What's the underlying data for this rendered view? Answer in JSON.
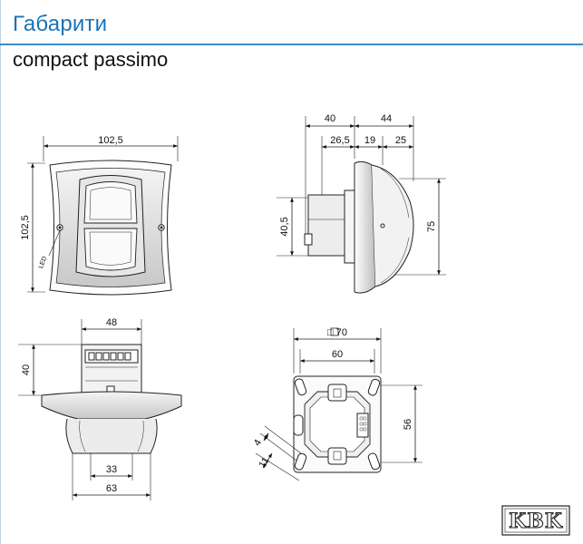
{
  "header": {
    "title": "Габарити",
    "subtitle": "compact passimo"
  },
  "front_view": {
    "width_label": "102,5",
    "height_label": "102,5",
    "led_label": "LED"
  },
  "side_view": {
    "dim_40": "40",
    "dim_44": "44",
    "dim_26_5": "26,5",
    "dim_19": "19",
    "dim_25": "25",
    "dim_40_5": "40,5",
    "dim_75": "75"
  },
  "bottom_view": {
    "dim_48": "48",
    "dim_40": "40",
    "dim_33": "33",
    "dim_63": "63"
  },
  "plate_view": {
    "dim_70": "□ 70",
    "dim_60": "60",
    "dim_56": "56",
    "dim_4": "4",
    "dim_11": "11"
  },
  "logo": {
    "text": "KBK"
  },
  "colors": {
    "title": "#1a73b8",
    "rule": "#3c8ac8",
    "line": "#222222",
    "shade": "#cfcfcf"
  }
}
